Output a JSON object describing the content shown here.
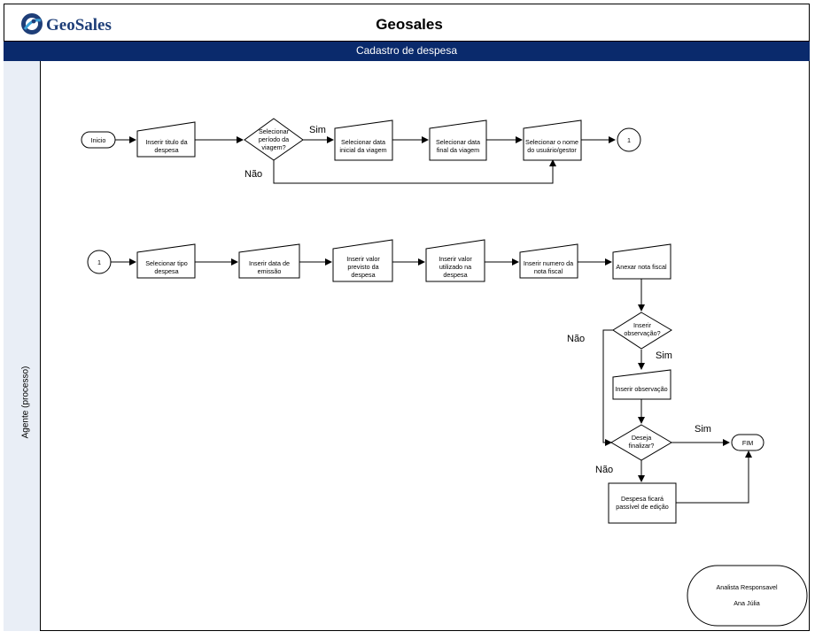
{
  "header": {
    "logo_text": "GeoSales",
    "title": "Geosales"
  },
  "subheader": "Cadastro de despesa",
  "lane_label": "Agente (processo)",
  "row1": {
    "start": "Inicio",
    "step1": [
      "Inserir titulo da",
      "despesa"
    ],
    "decision": [
      "Selecionar",
      "período da",
      "viagem?"
    ],
    "yes": "Sim",
    "no": "Não",
    "step2": [
      "Selecionar data",
      "inicial da viagem"
    ],
    "step3": [
      "Selecionar data",
      "final da viagem"
    ],
    "step4": [
      "Selecionar o nome",
      "do usuário/gestor"
    ],
    "connector": "1"
  },
  "row2": {
    "connector": "1",
    "step1": [
      "Selecionar tipo",
      "despesa"
    ],
    "step2": [
      "Inserir data de",
      "emissão"
    ],
    "step3": [
      "Inserir valor",
      "previsto da",
      "despesa"
    ],
    "step4": [
      "Inserir valor",
      "utilizado na",
      "despesa"
    ],
    "step5": [
      "Inserir numero da",
      "nota fiscal"
    ],
    "step6": "Anexar nota fiscal",
    "decision_obs": [
      "Inserir",
      "observação?"
    ],
    "obs_yes": "Sim",
    "obs_no": "Não",
    "step_obs": "Inserir observação",
    "decision_end": [
      "Deseja",
      "finalizar?"
    ],
    "end_yes": "Sim",
    "end_no": "Não",
    "end": "FIM",
    "pending": [
      "Despesa ficará",
      "passível de edição"
    ]
  },
  "footer": {
    "role": "Analista Responsavel",
    "name": "Ana Júlia"
  },
  "colors": {
    "header_bar": "#0a2a6c",
    "lane": "#e9eef6"
  }
}
